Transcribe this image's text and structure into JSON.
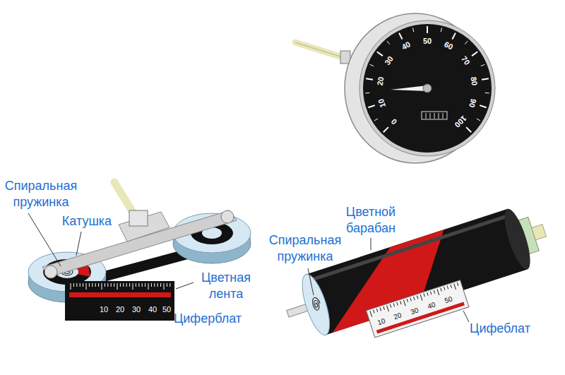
{
  "diagram": {
    "labels": [
      "0",
      "10",
      "20",
      "30",
      "40",
      "50",
      "60",
      "70",
      "80",
      "90",
      "100",
      "Спиральная пружинка",
      "Катушка",
      "Цветная лента",
      "Циферблат",
      "10",
      "20",
      "30",
      "40",
      "50",
      "Цветной барабан",
      "Спиральная пружинка",
      "Цифеблат",
      "10",
      "20",
      "30",
      "40",
      "50"
    ]
  }
}
